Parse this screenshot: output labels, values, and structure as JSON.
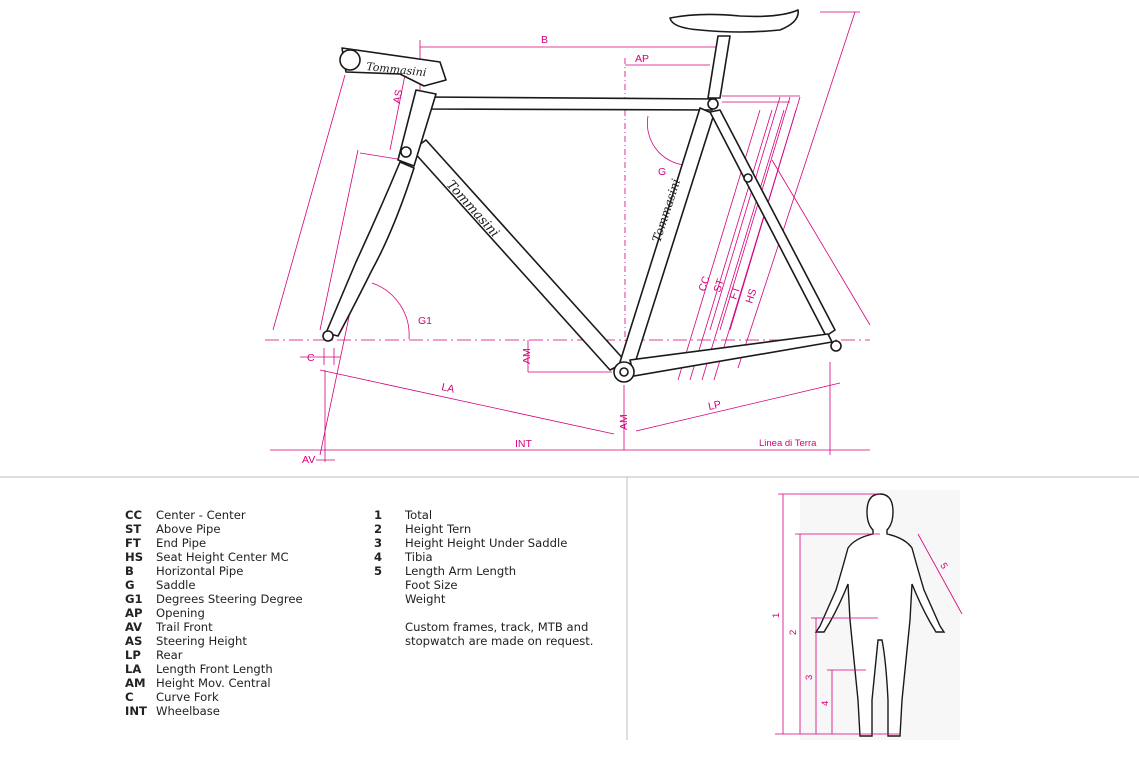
{
  "diagram": {
    "labels": {
      "B": "B",
      "AP": "AP",
      "AS": "AS",
      "G": "G",
      "G1": "G1",
      "C": "C",
      "AM_top": "AM",
      "AM_bottom": "AM",
      "LA": "LA",
      "LP": "LP",
      "INT": "INT",
      "AV": "AV",
      "CC": "CC",
      "ST": "ST",
      "FT": "FT",
      "HS": "HS",
      "ground": "Linea di Terra"
    },
    "brand": "Tommasini",
    "body_labels": [
      "1",
      "2",
      "3",
      "4",
      "5"
    ],
    "colors": {
      "dimension": "#d6007e",
      "frame": "#1a1a1a",
      "divider": "#bdbdbd"
    }
  },
  "legend_left": [
    {
      "code": "CC",
      "desc": "Center - Center"
    },
    {
      "code": "ST",
      "desc": "Above Pipe"
    },
    {
      "code": "FT",
      "desc": "End Pipe"
    },
    {
      "code": "HS",
      "desc": "Seat Height Center MC"
    },
    {
      "code": "B",
      "desc": "Horizontal Pipe"
    },
    {
      "code": "G",
      "desc": "Saddle"
    },
    {
      "code": "G1",
      "desc": "Degrees Steering Degree"
    },
    {
      "code": "AP",
      "desc": "Opening"
    },
    {
      "code": "AV",
      "desc": "Trail Front"
    },
    {
      "code": "AS",
      "desc": "Steering Height"
    },
    {
      "code": "LP",
      "desc": "Rear"
    },
    {
      "code": "LA",
      "desc": "Length Front Length"
    },
    {
      "code": "AM",
      "desc": "Height Mov. Central"
    },
    {
      "code": "C",
      "desc": "Curve Fork"
    },
    {
      "code": "INT",
      "desc": "Wheelbase"
    }
  ],
  "legend_right": [
    {
      "code": "1",
      "desc": "Total"
    },
    {
      "code": "2",
      "desc": "Height Tern"
    },
    {
      "code": "3",
      "desc": "Height Height Under Saddle"
    },
    {
      "code": "4",
      "desc": "Tibia"
    },
    {
      "code": "5",
      "desc": "Length Arm Length"
    },
    {
      "code": "",
      "desc": "Foot Size"
    },
    {
      "code": "",
      "desc": "Weight"
    }
  ],
  "note": "Custom frames, track, MTB and stopwatch are made on request."
}
